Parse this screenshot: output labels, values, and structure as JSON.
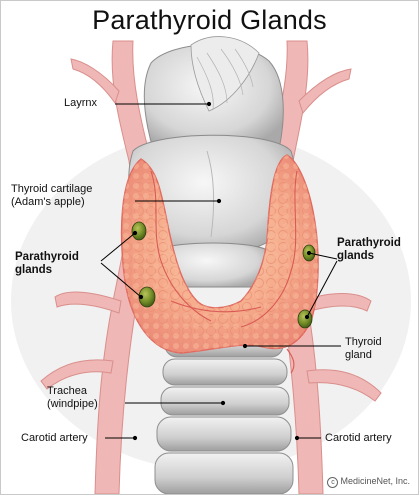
{
  "title": "Parathyroid Glands",
  "labels": {
    "larynx": "Layrnx",
    "thyroid_cartilage": [
      "Thyroid cartilage",
      "(Adam's apple)"
    ],
    "parathyroid_left": [
      "Parathyroid",
      "glands"
    ],
    "parathyroid_right": [
      "Parathyroid",
      "glands"
    ],
    "thyroid_gland": [
      "Thyroid",
      "gland"
    ],
    "trachea": [
      "Trachea",
      "(windpipe)"
    ],
    "carotid_left": "Carotid artery",
    "carotid_right": "Carotid artery"
  },
  "credit": "MedicineNet, Inc.",
  "colors": {
    "artery": "#e8a3a3",
    "thyroid": "#f4a07c",
    "parathyroid": "#7a8f2a",
    "cartilage": "#dcdcdc"
  }
}
